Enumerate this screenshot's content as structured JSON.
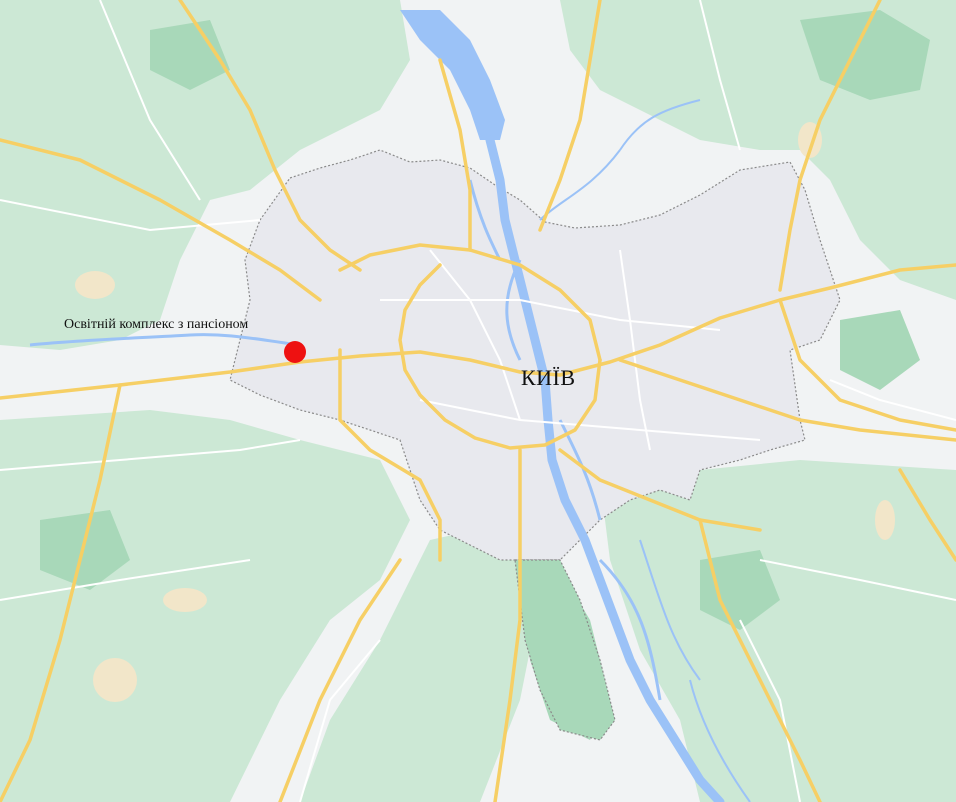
{
  "map": {
    "city_label": "КИЇВ",
    "poi_label": "Освітній комплекс з пансіоном",
    "colors": {
      "background": "#f1f3f4",
      "forest": "#cce8d5",
      "forest_dark": "#a8d8b9",
      "city_area": "#e8e9ee",
      "water": "#9bc2f7",
      "major_road": "#f6cf65",
      "minor_road": "#ffffff",
      "boundary": "#8a8a8a",
      "marker": "#ee1111",
      "sand": "#f2e6c9"
    },
    "icons": {
      "location_marker": "red-dot-marker"
    }
  }
}
